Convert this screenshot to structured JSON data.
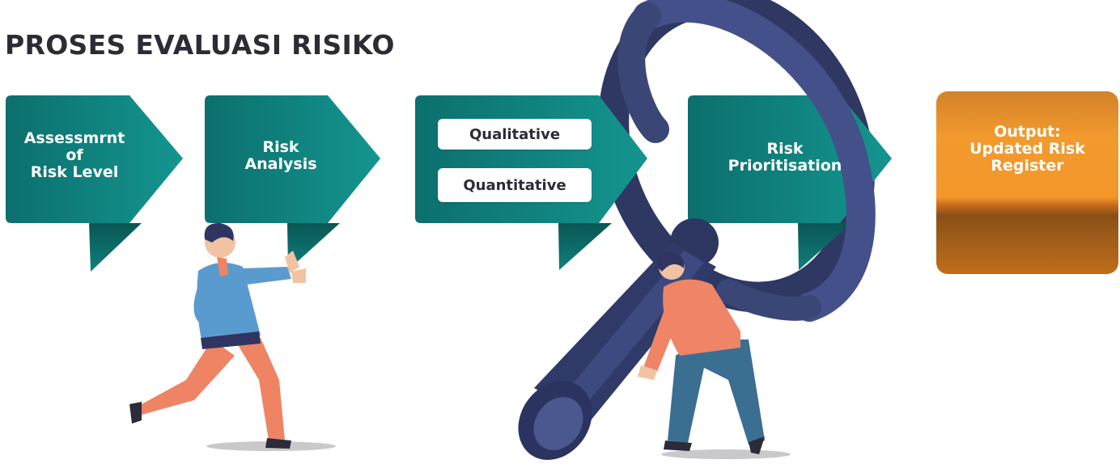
{
  "title": "PROSES EVALUASI RISIKO",
  "steps": [
    {
      "label": "Assessmrnt\nof\nRisk Level"
    },
    {
      "label": "Risk\nAnalysis"
    },
    {
      "methods": [
        "Qualitative",
        "Quantitative"
      ]
    },
    {
      "label": "Risk\nPrioritisation"
    }
  ],
  "output": {
    "label": "Output:\nUpdated Risk\nRegister"
  },
  "colors": {
    "arrow_teal": "#0f8a86",
    "arrow_dark": "#0b6b6a",
    "magnifier": "#3a4676",
    "output_orange": "#f29a2e",
    "title": "#2e2b36"
  }
}
